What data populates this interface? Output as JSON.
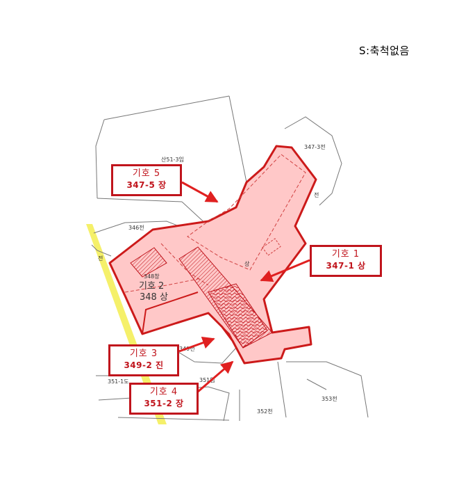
{
  "scale_note": "S:축척없음",
  "callouts": [
    {
      "id": "5",
      "line1": "기호 5",
      "line2": "347-5 장"
    },
    {
      "id": "1",
      "line1": "기호 1",
      "line2": "347-1 상"
    },
    {
      "id": "3",
      "line1": "기호 3",
      "line2": "349-2 진"
    },
    {
      "id": "4",
      "line1": "기호 4",
      "line2": "351-2 장"
    }
  ],
  "region2": {
    "line1": "기호 2",
    "line2": "348 상"
  },
  "parcels": {
    "p347_3": "347-3전",
    "p351_3": "산51-3임",
    "p346": "346전",
    "p348": "348창",
    "p349": "349전",
    "p351_1": "351-1도",
    "p351": "351임",
    "p352": "352천",
    "p353": "353전",
    "p347_x": "전",
    "p_sang": "상",
    "p_left": "전"
  },
  "colors": {
    "highlight_fill": "#ffc8c8",
    "boundary_red": "#cc1a1a",
    "road_yellow": "#f5f06a"
  }
}
